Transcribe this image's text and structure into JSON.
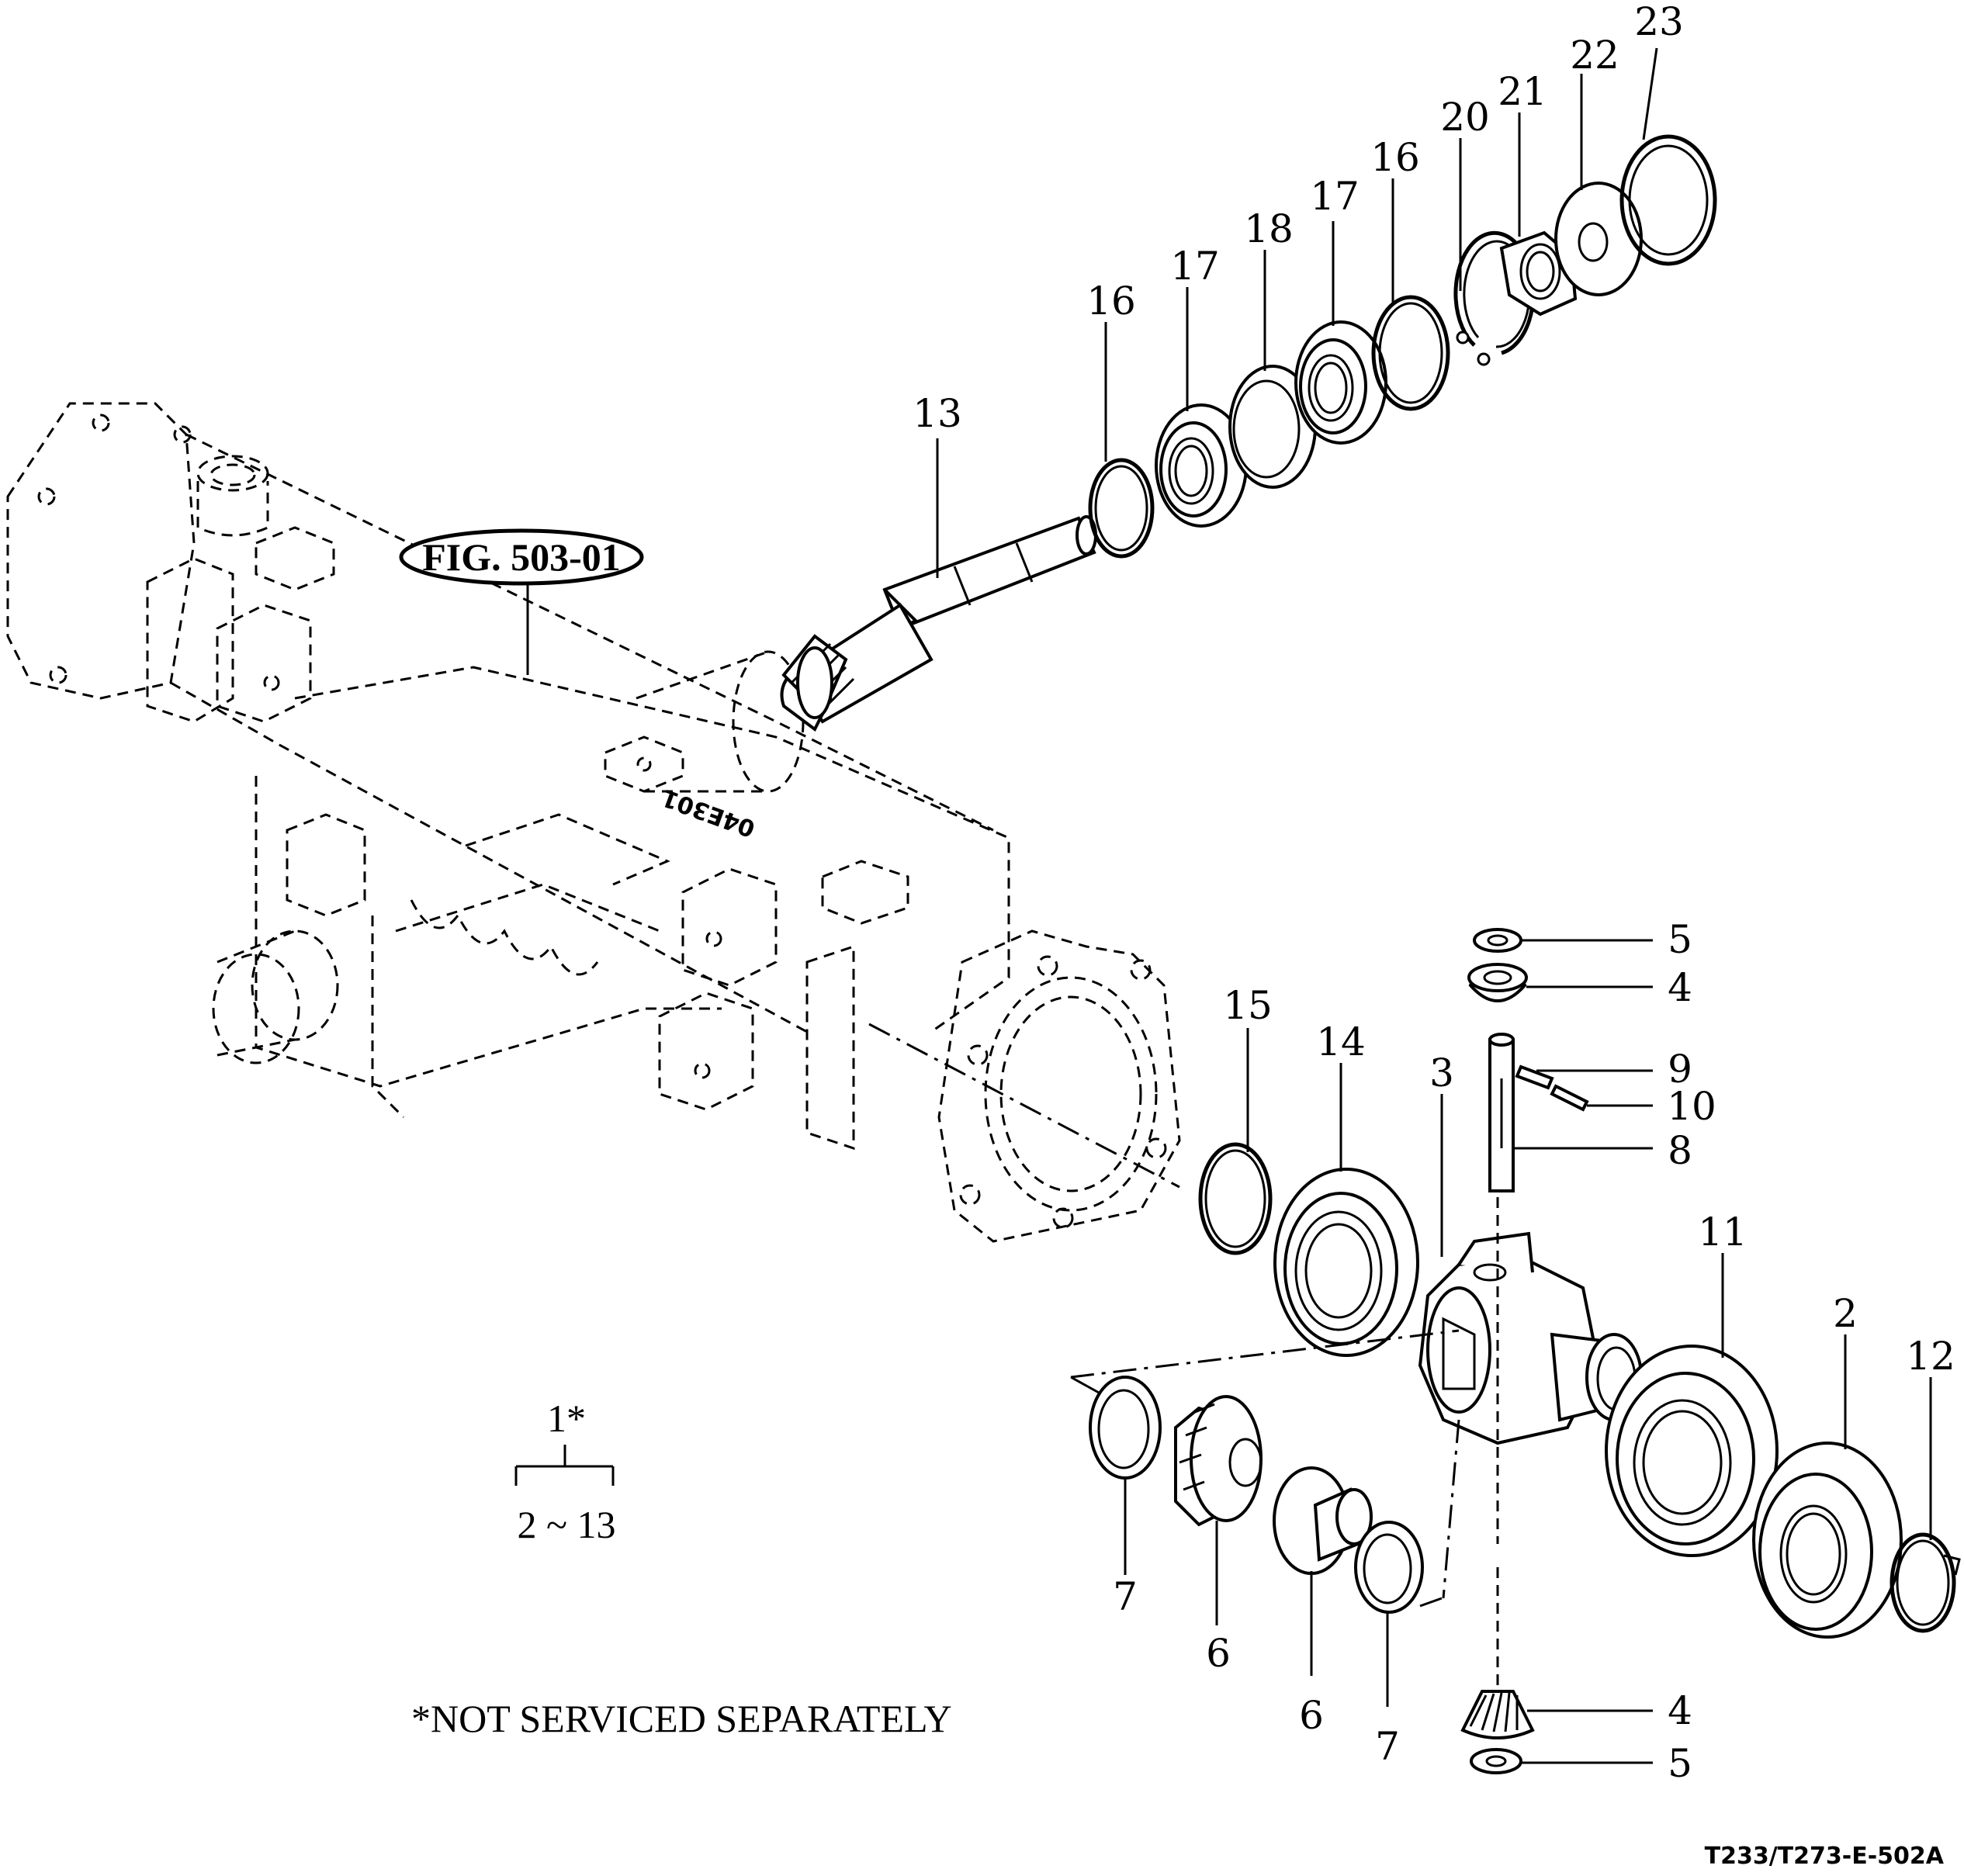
{
  "figure_ref": "FIG. 503-01",
  "housing_stamp": "04E301",
  "assembly_key": {
    "parent": "1*",
    "children": "2 ~ 13"
  },
  "note": "*NOT SERVICED SEPARATELY",
  "drawing_code": "T233/T273-E-502A",
  "callouts": {
    "p2": "2",
    "p3": "3",
    "p4a": "4",
    "p4b": "4",
    "p5a": "5",
    "p5b": "5",
    "p6a": "6",
    "p6b": "6",
    "p7a": "7",
    "p7b": "7",
    "p8": "8",
    "p9": "9",
    "p10": "10",
    "p11": "11",
    "p12": "12",
    "p13": "13",
    "p14": "14",
    "p15": "15",
    "p16a": "16",
    "p16b": "16",
    "p17a": "17",
    "p17b": "17",
    "p18": "18",
    "p20": "20",
    "p21": "21",
    "p22": "22",
    "p23": "23"
  }
}
